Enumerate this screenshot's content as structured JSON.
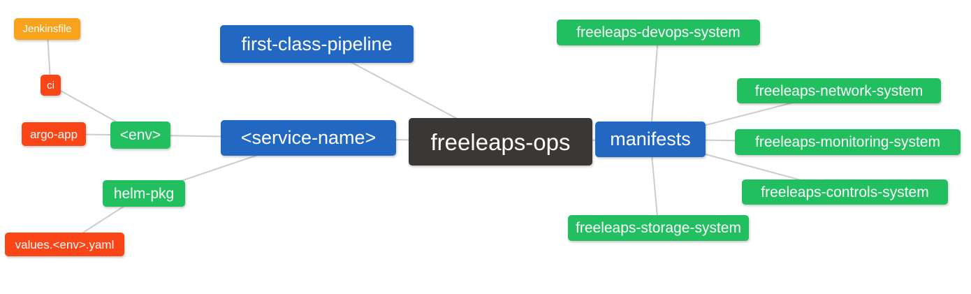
{
  "palette": {
    "blue": "#2268c3",
    "green": "#21bf60",
    "orange": "#f9a21c",
    "red": "#fa4616",
    "dark": "#3b3734",
    "edge": "#cccccc",
    "node_text": "#ffffff",
    "background": "#ffffff"
  },
  "diagram": {
    "type": "mindmap",
    "root_label": "freeleaps-ops",
    "nodes": [
      {
        "id": "jenkinsfile",
        "label": "Jenkinsfile",
        "color": "orange"
      },
      {
        "id": "ci",
        "label": "ci",
        "color": "red"
      },
      {
        "id": "argo-app",
        "label": "argo-app",
        "color": "red"
      },
      {
        "id": "env",
        "label": "<env>",
        "color": "green"
      },
      {
        "id": "helm-pkg",
        "label": "helm-pkg",
        "color": "green"
      },
      {
        "id": "values-env-yaml",
        "label": "values.<env>.yaml",
        "color": "red"
      },
      {
        "id": "first-class-pipeline",
        "label": "first-class-pipeline",
        "color": "blue"
      },
      {
        "id": "service-name",
        "label": "<service-name>",
        "color": "blue"
      },
      {
        "id": "freeleaps-ops",
        "label": "freeleaps-ops",
        "color": "dark"
      },
      {
        "id": "manifests",
        "label": "manifests",
        "color": "blue"
      },
      {
        "id": "freeleaps-devops-system",
        "label": "freeleaps-devops-system",
        "color": "green"
      },
      {
        "id": "freeleaps-network-system",
        "label": "freeleaps-network-system",
        "color": "green"
      },
      {
        "id": "freeleaps-monitoring-system",
        "label": "freeleaps-monitoring-system",
        "color": "green"
      },
      {
        "id": "freeleaps-controls-system",
        "label": "freeleaps-controls-system",
        "color": "green"
      },
      {
        "id": "freeleaps-storage-system",
        "label": "freeleaps-storage-system",
        "color": "green"
      }
    ],
    "edges": [
      [
        "jenkinsfile",
        "ci"
      ],
      [
        "ci",
        "env"
      ],
      [
        "argo-app",
        "env"
      ],
      [
        "env",
        "service-name"
      ],
      [
        "helm-pkg",
        "service-name"
      ],
      [
        "values-env-yaml",
        "helm-pkg"
      ],
      [
        "first-class-pipeline",
        "freeleaps-ops"
      ],
      [
        "service-name",
        "freeleaps-ops"
      ],
      [
        "freeleaps-ops",
        "manifests"
      ],
      [
        "manifests",
        "freeleaps-devops-system"
      ],
      [
        "manifests",
        "freeleaps-network-system"
      ],
      [
        "manifests",
        "freeleaps-monitoring-system"
      ],
      [
        "manifests",
        "freeleaps-controls-system"
      ],
      [
        "manifests",
        "freeleaps-storage-system"
      ]
    ]
  }
}
